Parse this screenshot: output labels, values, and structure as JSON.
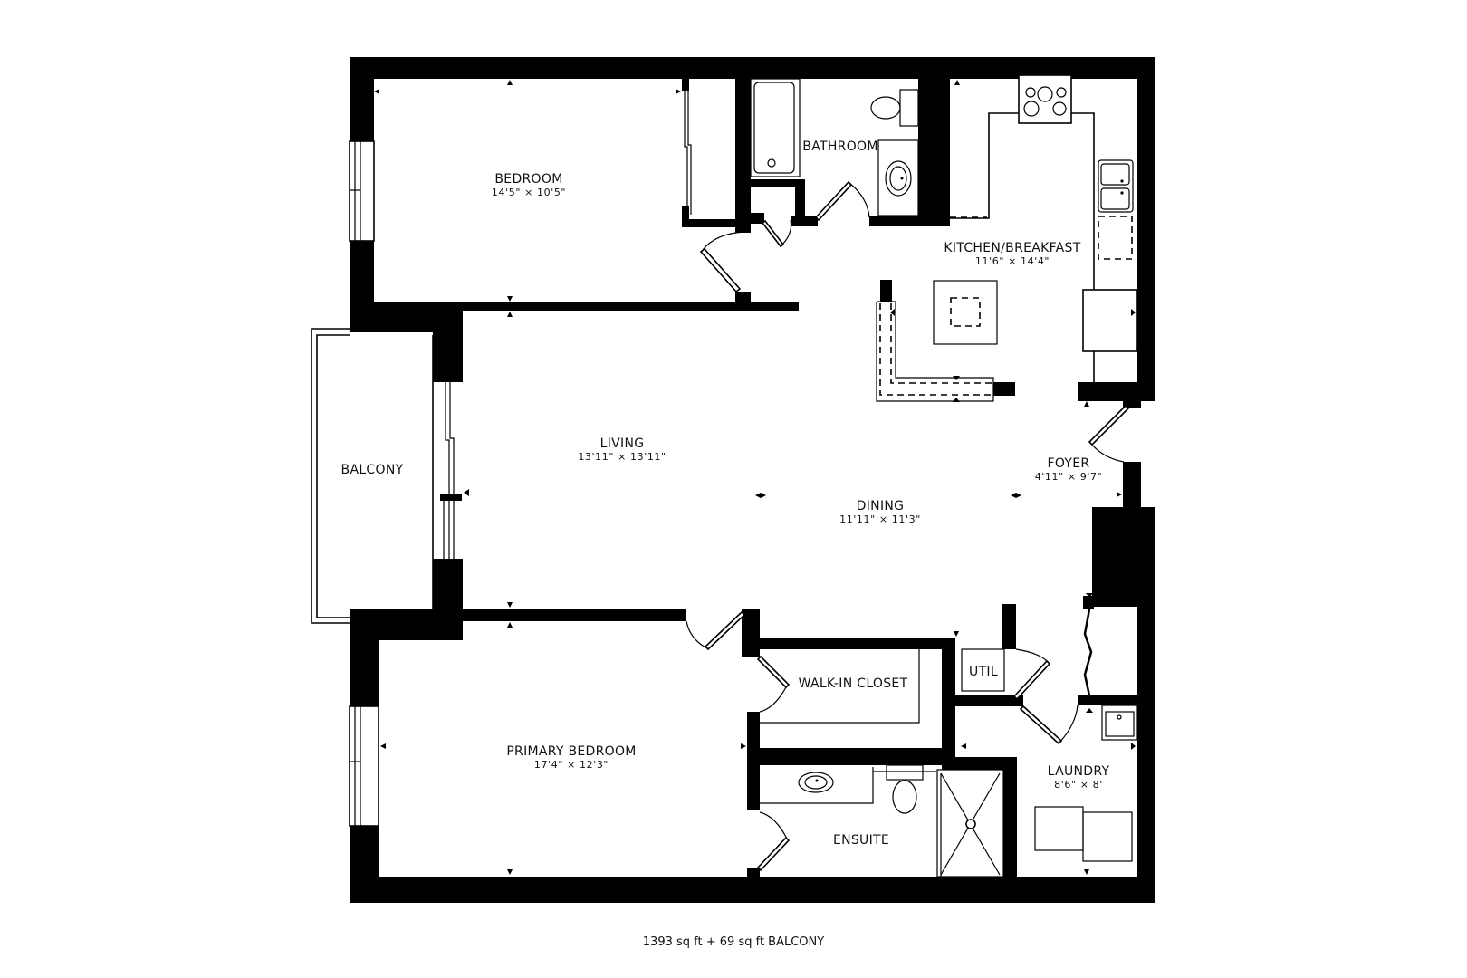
{
  "plan": {
    "rooms": [
      {
        "name": "BEDROOM",
        "dims": "14'5\" × 10'5\""
      },
      {
        "name": "BATHROOM",
        "dims": ""
      },
      {
        "name": "KITCHEN/BREAKFAST",
        "dims": "11'6\" × 14'4\""
      },
      {
        "name": "BALCONY",
        "dims": ""
      },
      {
        "name": "LIVING",
        "dims": "13'11\" × 13'11\""
      },
      {
        "name": "DINING",
        "dims": "11'11\" × 11'3\""
      },
      {
        "name": "FOYER",
        "dims": "4'11\" × 9'7\""
      },
      {
        "name": "PRIMARY BEDROOM",
        "dims": "17'4\" × 12'3\""
      },
      {
        "name": "WALK-IN CLOSET",
        "dims": ""
      },
      {
        "name": "UTIL",
        "dims": ""
      },
      {
        "name": "ENSUITE",
        "dims": ""
      },
      {
        "name": "LAUNDRY",
        "dims": "8'6\" × 8'"
      }
    ],
    "icons": [
      "bathtub-icon",
      "toilet-icon",
      "sink-icon",
      "stove-icon",
      "kitchen-sink-icon",
      "dishwasher-icon",
      "fridge-icon",
      "island-icon",
      "shower-icon",
      "washer-icon",
      "dryer-icon",
      "laundry-sink-icon",
      "door-swing-icon",
      "window-icon",
      "sliding-door-icon",
      "bifold-door-icon"
    ],
    "colors": {
      "wall": "#000000",
      "background": "#ffffff",
      "text": "#111111"
    }
  },
  "footer": {
    "area_caption": "1393 sq ft + 69 sq ft BALCONY"
  }
}
